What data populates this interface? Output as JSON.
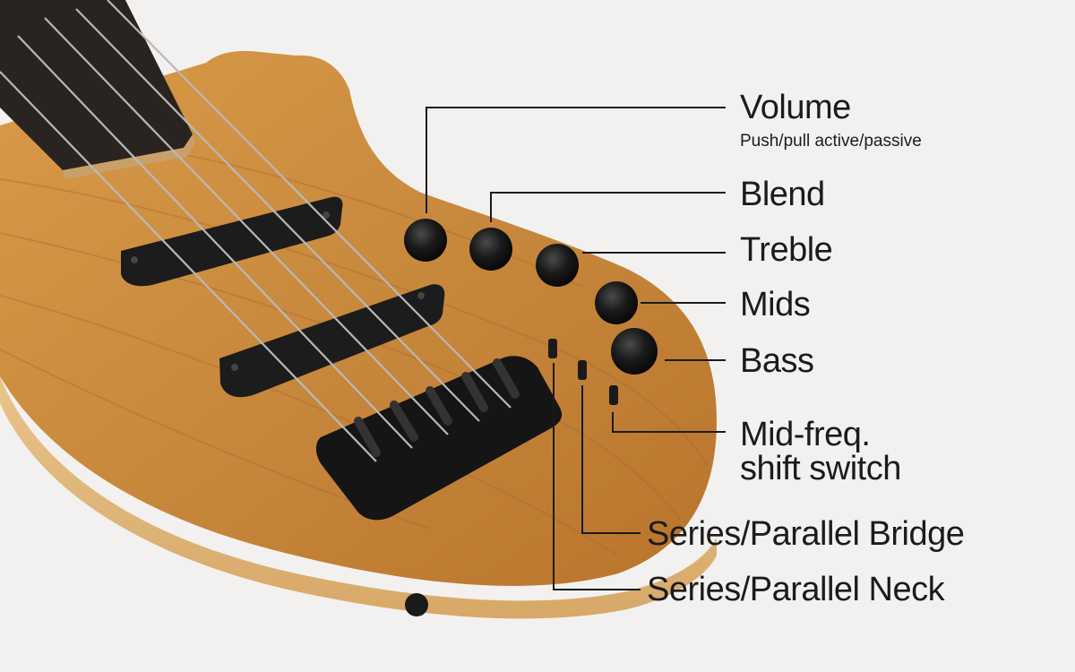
{
  "labels": {
    "volume": "Volume",
    "volume_note": "Push/pull active/passive",
    "blend": "Blend",
    "treble": "Treble",
    "mids": "Mids",
    "bass": "Bass",
    "mid_freq_line1": "Mid-freq.",
    "mid_freq_line2": "shift switch",
    "series_parallel_bridge": "Series/Parallel Bridge",
    "series_parallel_neck": "Series/Parallel Neck"
  },
  "colors": {
    "background": "#f2f1ef",
    "wood": "#c98a3e",
    "hardware": "#1a1a1a",
    "line": "#1b1b1b"
  }
}
